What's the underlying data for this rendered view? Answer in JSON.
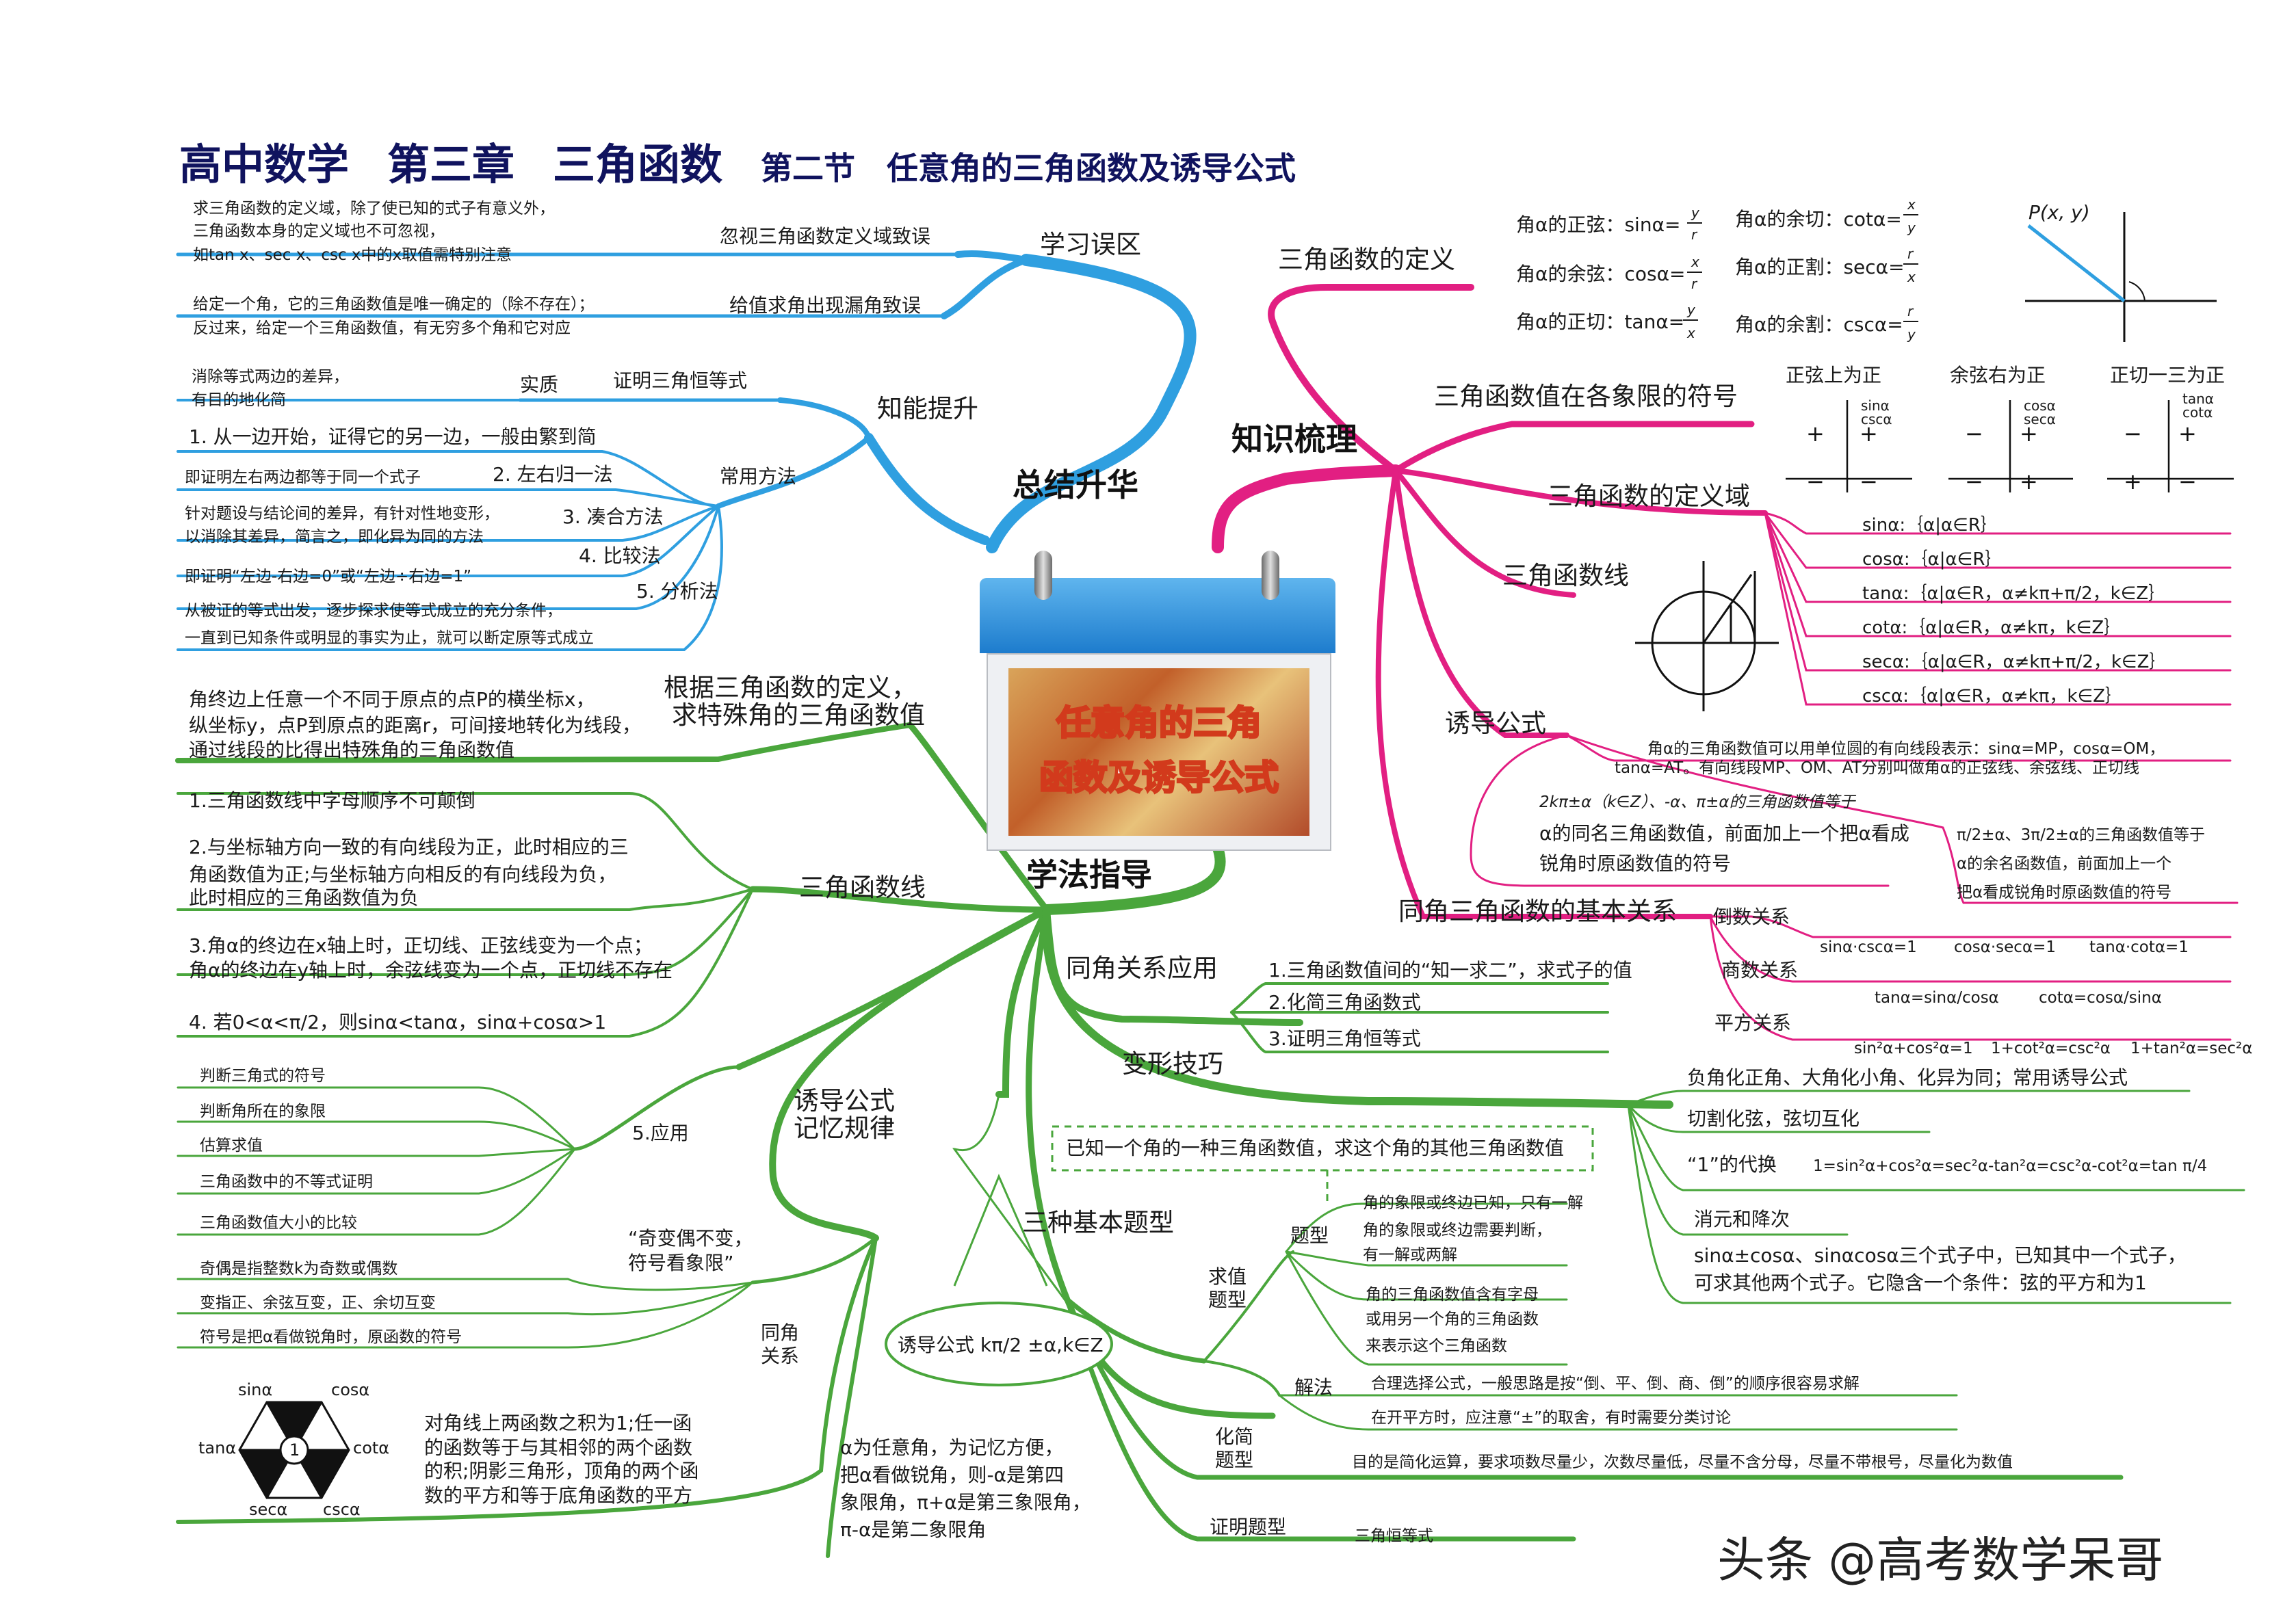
{
  "title": {
    "part1": "高中数学",
    "part2": "第三章",
    "part3": "三角函数",
    "part4": "第二节",
    "part5": "任意角的三角函数及诱导公式"
  },
  "calendar": {
    "line1": "任意角的三角",
    "line2": "函数及诱导公式"
  },
  "hubs": {
    "summary": "总结升华",
    "knowledge": "知识梳理",
    "method": "学法指导"
  },
  "colors": {
    "blue": "#2f9fe0",
    "pink": "#e21f82",
    "green": "#4aa63c",
    "title": "#10135e"
  },
  "summary": {
    "mistakes": "学习误区",
    "m1": "忽视三角函数定义域致误",
    "m1_notes": [
      "求三角函数的定义域，除了使已知的式子有意义外，",
      "三角函数本身的定义域也不可忽视，",
      "如tan x、sec x、csc x中的x取值需特别注意"
    ],
    "m2": "给值求角出现漏角致误",
    "m2_notes": [
      "给定一个角，它的三角函数值是唯一确定的（除不存在）；",
      "反过来，给定一个三角函数值，有无穷多个角和它对应"
    ],
    "skill": "知能提升",
    "prove": "证明三角恒等式",
    "essence": "实质",
    "essence_notes": [
      "消除等式两边的差异，",
      "有目的地化简"
    ],
    "methods": "常用方法",
    "s1": "1. 从一边开始，证得它的另一边，一般由繁到简",
    "s2": "2. 左右归一法",
    "s2n": "即证明左右两边都等于同一个式子",
    "s3": "3. 凑合方法",
    "s3n": [
      "针对题设与结论间的差异，有针对性地变形，",
      "以消除其差异，简言之，即化异为同的方法"
    ],
    "s4": "4. 比较法",
    "s4n": "即证明“左边-右边=0”或“左边÷右边=1”",
    "s5": "5. 分析法",
    "s5n": [
      "从被证的等式出发，逐步探求使等式成立的充分条件，",
      "一直到已知条件或明显的事实为止，就可以断定原等式成立"
    ]
  },
  "knowledge": {
    "def": "三角函数的定义",
    "defs": [
      "角α的正弦：sinα=",
      "角α的余弦：cosα=",
      "角α的正切：tanα=",
      "角α的余切：cotα=",
      "角α的正割：secα=",
      "角α的余割：cscα="
    ],
    "fracs": [
      [
        "y",
        "r"
      ],
      [
        "x",
        "r"
      ],
      [
        "y",
        "x"
      ],
      [
        "x",
        "y"
      ],
      [
        "r",
        "x"
      ],
      [
        "r",
        "y"
      ]
    ],
    "point": "P(x, y)",
    "signs": "三角函数值在各象限的符号",
    "sign_heads": [
      "正弦上为正",
      "余弦右为正",
      "正切一三为正"
    ],
    "sign_fn": [
      [
        "sinα",
        "cscα"
      ],
      [
        "cosα",
        "secα"
      ],
      [
        "tanα",
        "cotα"
      ]
    ],
    "domain": "三角函数的定义域",
    "domains": [
      "sinα:｛α|α∈R｝",
      "cosα:｛α|α∈R｝",
      "tanα:｛α|α∈R，α≠kπ+π/2，k∈Z｝",
      "cotα:｛α|α∈R，α≠kπ，k∈Z｝",
      "secα:｛α|α∈R，α≠kπ+π/2，k∈Z｝",
      "cscα:｛α|α∈R，α≠kπ，k∈Z｝"
    ],
    "line": "三角函数线",
    "line_note": [
      "角α的三角函数值可以用单位圆的有向线段表示：sinα=MP，cosα=OM，",
      "tanα=AT。有向线段MP、OM、AT分别叫做角α的正弦线、余弦线、正切线"
    ],
    "induction": "诱导公式",
    "ind1": [
      "2kπ±α（k∈Z）、-α、π±α的三角函数值等于",
      "α的同名三角函数值，前面加上一个把α看成",
      "锐角时原函数值的符号"
    ],
    "ind2": [
      "π/2±α、3π/2±α的三角函数值等于",
      "α的余名函数值，前面加上一个",
      "把α看成锐角时原函数值的符号"
    ],
    "basic": "同角三角函数的基本关系",
    "recip": "倒数关系",
    "recip_f": [
      "sinα·cscα=1",
      "cosα·secα=1",
      "tanα·cotα=1"
    ],
    "quot": "商数关系",
    "quot_f": [
      "tanα=sinα/cosα",
      "cotα=cosα/sinα"
    ],
    "sq": "平方关系",
    "sq_f": [
      "sin²α+cos²α=1",
      "1+cot²α=csc²α",
      "1+tan²α=sec²α"
    ]
  },
  "method": {
    "special": [
      "根据三角函数的定义，",
      "求特殊角的三角函数值"
    ],
    "special_n": [
      "角终边上任意一个不同于原点的点P的横坐标x，",
      "纵坐标y，点P到原点的距离r，可间接地转化为线段，",
      "通过线段的比得出特殊角的三角函数值"
    ],
    "tline": "三角函数线",
    "t1": "1.三角函数线中字母顺序不可颠倒",
    "t2": [
      "2.与坐标轴方向一致的有向线段为正，此时相应的三",
      "角函数值为正;与坐标轴方向相反的有向线段为负，",
      "此时相应的三角函数值为负"
    ],
    "t3": [
      "3.角α的终边在x轴上时，正切线、正弦线变为一个点；",
      "角α的终边在y轴上时，余弦线变为一个点，正切线不存在"
    ],
    "t4": "4. 若0<α<π/2，则sinα<tanα，sinα+cosα>1",
    "app": "5.应用",
    "apps": [
      "判断三角式的符号",
      "判断角所在的象限",
      "估算求值",
      "三角函数中的不等式证明",
      "三角函数值大小的比较"
    ],
    "rule": [
      "诱导公式",
      "记忆规律"
    ],
    "odd": [
      "“奇变偶不变，",
      "符号看象限”"
    ],
    "odd_n": [
      "奇偶是指整数k为奇数或偶数",
      "变指正、余弦互变，正、余切互变",
      "符号是把α看做锐角时，原函数的符号"
    ],
    "formula": "诱导公式 kπ/2 ±α,k∈Z",
    "same": [
      "同角",
      "关系"
    ],
    "hex": [
      "sinα",
      "cosα",
      "tanα",
      "cotα",
      "secα",
      "cscα",
      "1"
    ],
    "hex_n": [
      "对角线上两函数之积为1;任一函",
      "的函数等于与其相邻的两个函数",
      "的积;阴影三角形，顶角的两个函",
      "数的平方和等于底角函数的平方"
    ],
    "alpha_n": [
      "α为任意角，为记忆方便，",
      "把α看做锐角，则-α是第四",
      "象限角，π+α是第三象限角，",
      "π-α是第二象限角"
    ],
    "apply": "同角关系应用",
    "ap": [
      "1.三角函数值间的“知一求二”，求式子的值",
      "2.化简三角函数式",
      "3.证明三角恒等式"
    ],
    "trans": "变形技巧",
    "tr": [
      "负角化正角、大角化小角、化异为同；常用诱导公式",
      "切割化弦，弦切互化",
      "“1”的代换",
      "1=sin²α+cos²α=sec²α-tan²α=csc²α-cot²α=tan π/4",
      "消元和降次",
      "sinα±cosα、sinαcosα三个式子中，已知其中一个式子，",
      "可求其他两个式子。它隐含一个条件：弦的平方和为1"
    ],
    "three": "三种基本题型",
    "known": "已知一个角的一种三角函数值，求这个角的其他三角函数值",
    "qz": [
      "求值",
      "题型"
    ],
    "tx": "题型",
    "tx_n": [
      "角的象限或终边已知，只有一解",
      "角的象限或终边需要判断，",
      "有一解或两解",
      "角的三角函数值含有字母",
      "或用另一个角的三角函数",
      "来表示这个三角函数"
    ],
    "jf": "解法",
    "jf_n": [
      "合理选择公式，一般思路是按“倒、平、倒、商、倒”的顺序很容易求解",
      "在开平方时，应注意“±”的取舍，有时需要分类讨论"
    ],
    "hj": [
      "化简",
      "题型"
    ],
    "hj_n": "目的是简化运算，要求项数尽量少，次数尽量低，尽量不含分母，尽量不带根号，尽量化为数值",
    "zm": "证明题型",
    "zm_n": "三角恒等式"
  },
  "watermark": "头条 @高考数学呆哥"
}
